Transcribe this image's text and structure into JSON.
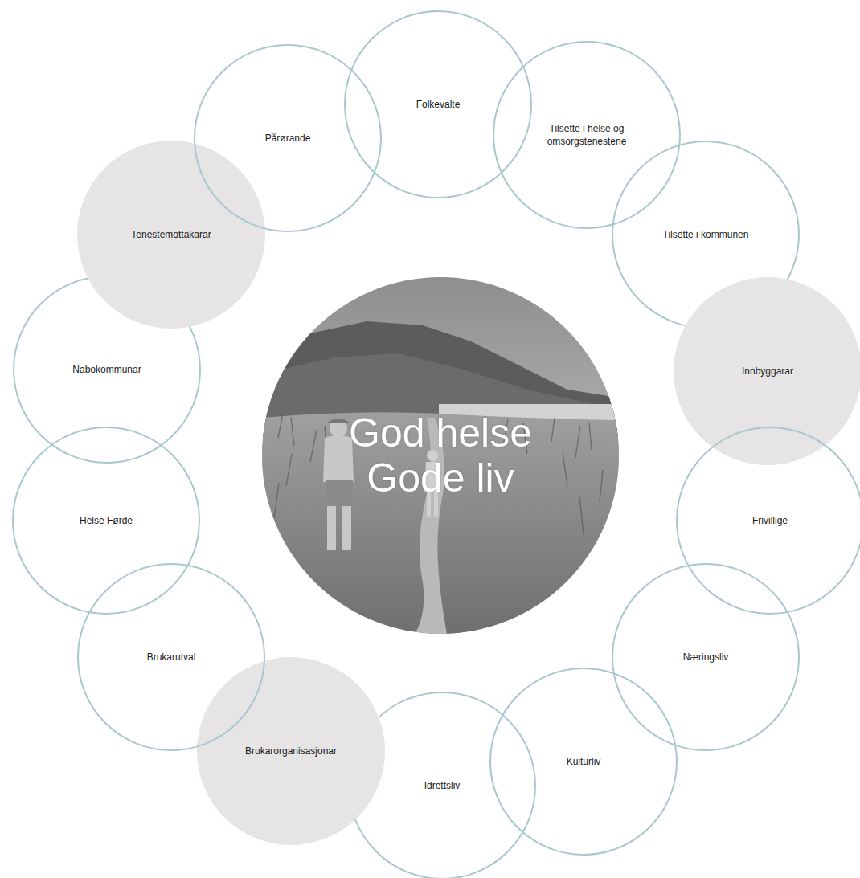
{
  "diagram": {
    "nodes": [
      {
        "text": [
          "God helse Gode liv"
        ]
      },
      {
        "text": [
          "Folkevalte"
        ]
      },
      {
        "text": [
          "Tilsette i helse og omsorgstenestene"
        ]
      },
      {
        "text": [
          "Tilsette i kommunen"
        ]
      },
      {
        "text": [
          "Innbyggarar"
        ]
      },
      {
        "text": [
          "Frivillige"
        ]
      },
      {
        "text": [
          "Næringsliv"
        ]
      },
      {
        "text": [
          "Kulturliv"
        ]
      },
      {
        "text": [
          "Idrettsliv"
        ]
      },
      {
        "text": [
          "Brukarorganisasjonar"
        ]
      },
      {
        "text": [
          "Brukarutval"
        ]
      },
      {
        "text": [
          "Helse Førde"
        ]
      },
      {
        "text": [
          "Nabokommunar"
        ]
      },
      {
        "text": [
          "Tenestemottakarar"
        ]
      },
      {
        "text": [
          "Pårørande"
        ]
      }
    ]
  }
}
